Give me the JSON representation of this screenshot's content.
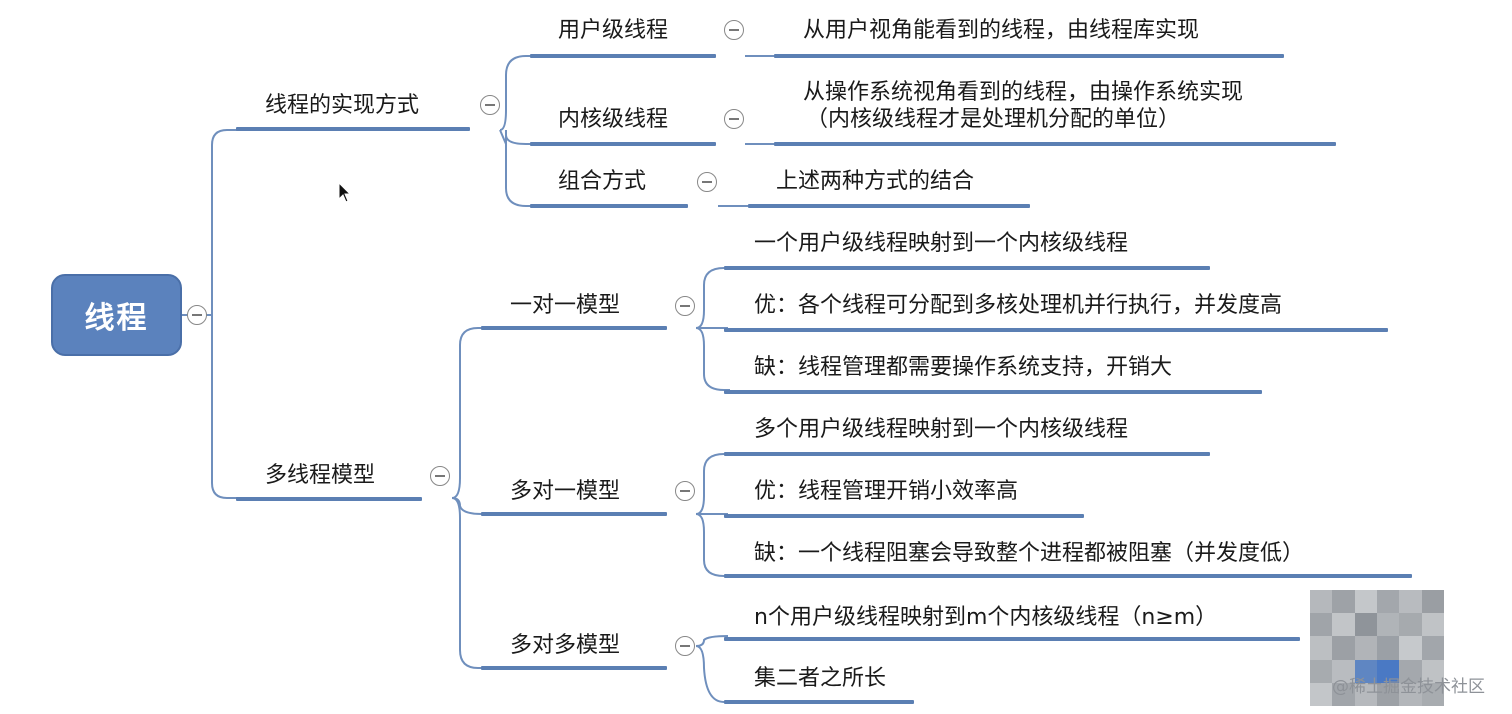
{
  "root": {
    "label": "线程"
  },
  "branches": [
    {
      "label": "线程的实现方式",
      "children": [
        {
          "label": "用户级线程",
          "detail": [
            "从用户视角能看到的线程，由线程库实现"
          ]
        },
        {
          "label": "内核级线程",
          "detail": [
            "从操作系统视角看到的线程，由操作系统实现",
            "（内核级线程才是处理机分配的单位）"
          ]
        },
        {
          "label": "组合方式",
          "detail": [
            "上述两种方式的结合"
          ]
        }
      ]
    },
    {
      "label": "多线程模型",
      "children": [
        {
          "label": "一对一模型",
          "details": [
            "一个用户级线程映射到一个内核级线程",
            "优：各个线程可分配到多核处理机并行执行，并发度高",
            "缺：线程管理都需要操作系统支持，开销大"
          ]
        },
        {
          "label": "多对一模型",
          "details": [
            "多个用户级线程映射到一个内核级线程",
            "优：线程管理开销小效率高",
            "缺：一个线程阻塞会导致整个进程都被阻塞（并发度低）"
          ]
        },
        {
          "label": "多对多模型",
          "details": [
            "n个用户级线程映射到m个内核级线程（n≥m）",
            "集二者之所长"
          ]
        }
      ]
    }
  ],
  "watermark": {
    "text": "@稀土掘金技术社区"
  },
  "colors": {
    "line": "#5b7fb3",
    "connector": "#6f8fbd",
    "root_fill": "#5b82bd"
  }
}
